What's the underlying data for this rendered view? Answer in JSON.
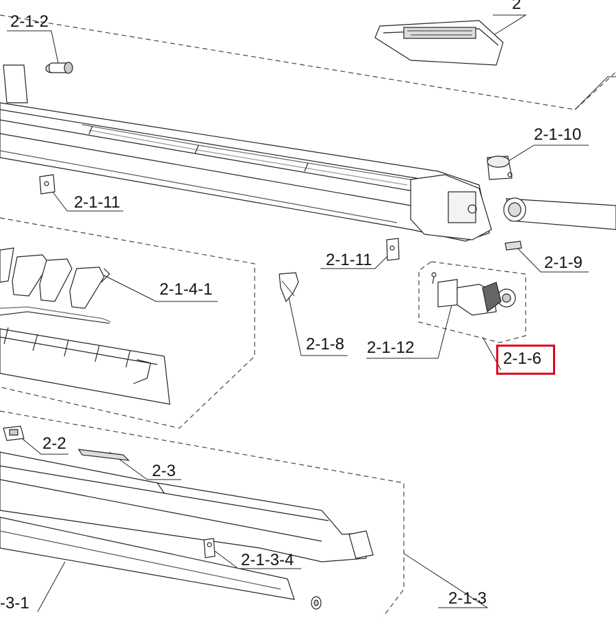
{
  "diagram": {
    "labels": {
      "l_2": "2",
      "l_2_1_2": "2-1-2",
      "l_2_1_10": "2-1-10",
      "l_2_1_11_a": "2-1-11",
      "l_2_1_11_b": "2-1-11",
      "l_2_1_9": "2-1-9",
      "l_2_1_4_1": "2-1-4-1",
      "l_2_1_8": "2-1-8",
      "l_2_1_12": "2-1-12",
      "l_2_1_6": "2-1-6",
      "l_2_2": "2-2",
      "l_2_3": "2-3",
      "l_2_1_3_4": "2-1-3-4",
      "l_2_1_3": "2-1-3",
      "l_3_1": "-3-1"
    },
    "highlight_color": "#e0001b"
  }
}
